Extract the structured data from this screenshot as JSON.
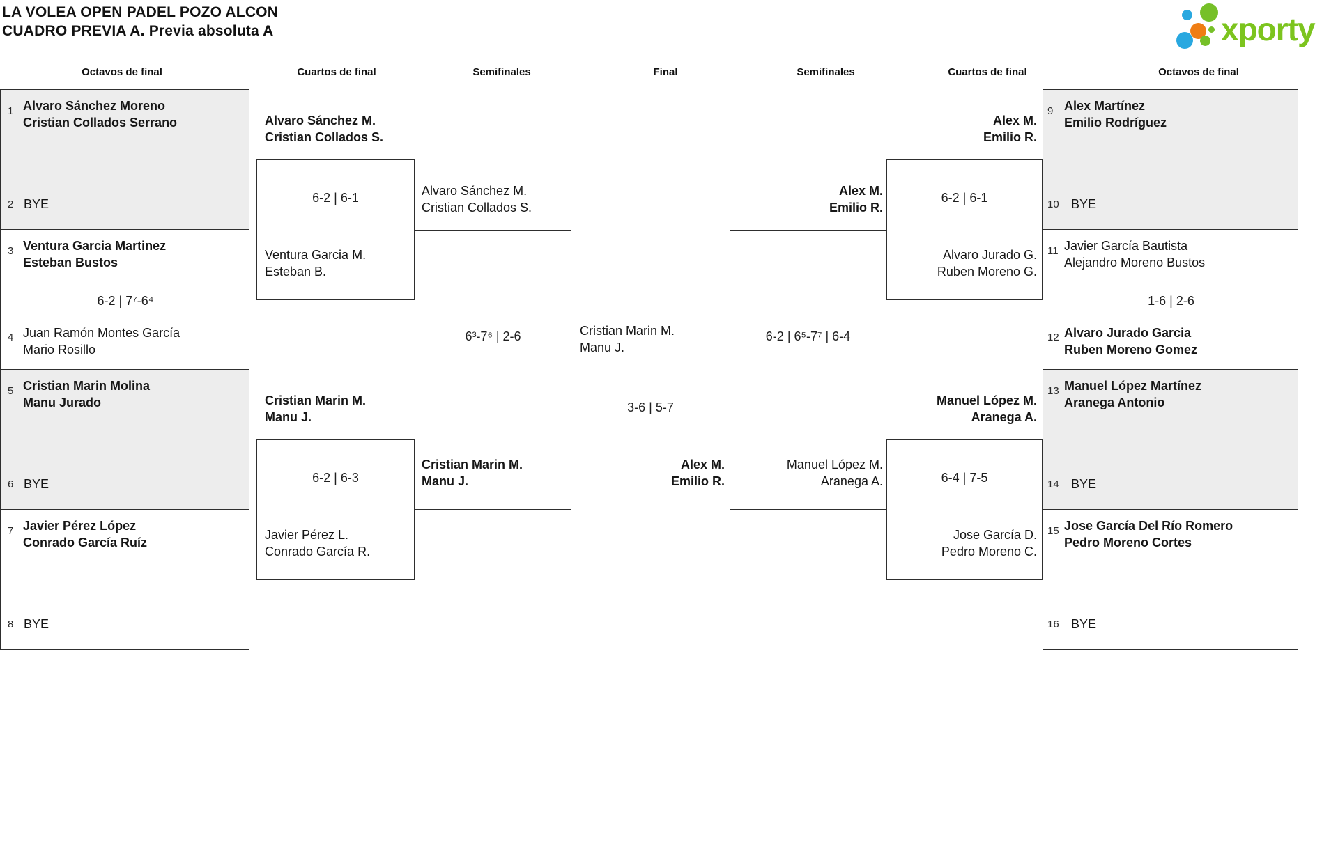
{
  "header": {
    "title_line1": "LA VOLEA OPEN PADEL POZO ALCON",
    "title_line2": "CUADRO PREVIA A. Previa absoluta A",
    "logo_text": "xporty"
  },
  "colors": {
    "border": "#2e2e2e",
    "shaded_box": "#ededed",
    "logo_green": "#7cc41e",
    "logo_blue": "#29a8e0",
    "logo_orange": "#ef7d14"
  },
  "round_headers": [
    "Octavos de final",
    "Cuartos de final",
    "Semifinales",
    "Final",
    "Semifinales",
    "Cuartos de final",
    "Octavos de final"
  ],
  "bracket": {
    "o_left": [
      {
        "seed_a": "1",
        "a1": "Alvaro Sánchez Moreno",
        "a2": "Cristian Collados Serrano",
        "seed_b": "2",
        "bye_b": "BYE"
      },
      {
        "seed_a": "3",
        "a1": "Ventura Garcia Martinez",
        "a2": "Esteban Bustos",
        "score": "6-2 | 7⁷-6⁴",
        "seed_b": "4",
        "b1": "Juan Ramón Montes García",
        "b2": "Mario Rosillo"
      },
      {
        "seed_a": "5",
        "a1": "Cristian Marin Molina",
        "a2": "Manu Jurado",
        "seed_b": "6",
        "bye_b": "BYE"
      },
      {
        "seed_a": "7",
        "a1": "Javier Pérez López",
        "a2": "Conrado García Ruíz",
        "seed_b": "8",
        "bye_b": "BYE"
      }
    ],
    "o_right": [
      {
        "seed_a": "9",
        "a1": "Alex Martínez",
        "a2": "Emilio Rodríguez",
        "seed_b": "10",
        "bye_b": "BYE"
      },
      {
        "seed_a": "11",
        "a1": "Javier García Bautista",
        "a2": "Alejandro Moreno Bustos",
        "score": "1-6 | 2-6",
        "seed_b": "12",
        "b1": "Alvaro Jurado Garcia",
        "b2": "Ruben Moreno Gomez"
      },
      {
        "seed_a": "13",
        "a1": "Manuel López Martínez",
        "a2": "Aranega Antonio",
        "seed_b": "14",
        "bye_b": "BYE"
      },
      {
        "seed_a": "15",
        "a1": "Jose García Del Río Romero",
        "a2": "Pedro Moreno Cortes",
        "seed_b": "16",
        "bye_b": "BYE"
      }
    ],
    "q_left": [
      {
        "w1": "Alvaro Sánchez M.",
        "w2": "Cristian Collados S.",
        "score": "6-2 | 6-1",
        "l1": "Ventura Garcia M.",
        "l2": "Esteban B."
      },
      {
        "w1": "Cristian Marin M.",
        "w2": "Manu J.",
        "score": "6-2 | 6-3",
        "l1": "Javier Pérez L.",
        "l2": "Conrado García R."
      }
    ],
    "q_right": [
      {
        "w1": "Alex M.",
        "w2": "Emilio R.",
        "score": "6-2 | 6-1",
        "l1": "Alvaro Jurado G.",
        "l2": "Ruben Moreno G."
      },
      {
        "w1": "Manuel López M.",
        "w2": "Aranega A.",
        "score": "6-4 | 7-5",
        "l1": "Jose García D.",
        "l2": "Pedro Moreno C."
      }
    ],
    "sf_left": {
      "t1": "Alvaro Sánchez M.",
      "t2": "Cristian Collados S.",
      "score": "6³-7⁶ | 2-6",
      "b1": "Cristian Marin M.",
      "b2": "Manu J."
    },
    "sf_right": {
      "t1": "Alex M.",
      "t2": "Emilio R.",
      "score": "6-2 | 6⁵-7⁷ | 6-4",
      "b1": "Manuel López M.",
      "b2": "Aranega A."
    },
    "final": {
      "t1": "Cristian Marin M.",
      "t2": "Manu J.",
      "score": "3-6 | 5-7",
      "b1": "Alex M.",
      "b2": "Emilio R."
    }
  }
}
